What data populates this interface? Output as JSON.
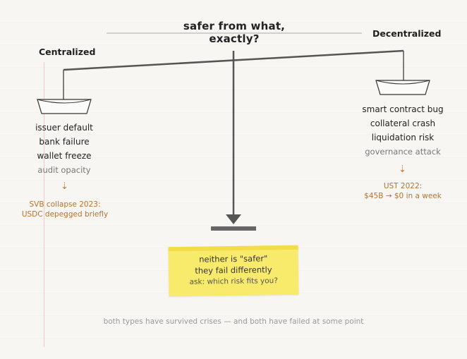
{
  "title": "safer from what, exactly?",
  "left": {
    "label": "Centralized",
    "risks": [
      "issuer default",
      "bank failure",
      "wallet freeze"
    ],
    "muted_risk": "audit opacity",
    "example": [
      "SVB collapse 2023:",
      "USDC depegged briefly"
    ]
  },
  "right": {
    "label": "Decentralized",
    "risks": [
      "smart contract bug",
      "collateral crash",
      "liquidation risk"
    ],
    "muted_risk": "governance attack",
    "example": [
      "UST 2022:",
      "$45B → $0 in a week"
    ]
  },
  "note": {
    "lines": [
      "neither is \"safer\"",
      "they fail differently"
    ],
    "tip": "ask: which risk fits you?"
  },
  "footer": "both types have survived crises — and both have failed at some point",
  "colors": {
    "beam": "#555555",
    "annotation": "#c2803a",
    "sticky": "#f8ea6a",
    "margin": "#f1c9c9"
  }
}
